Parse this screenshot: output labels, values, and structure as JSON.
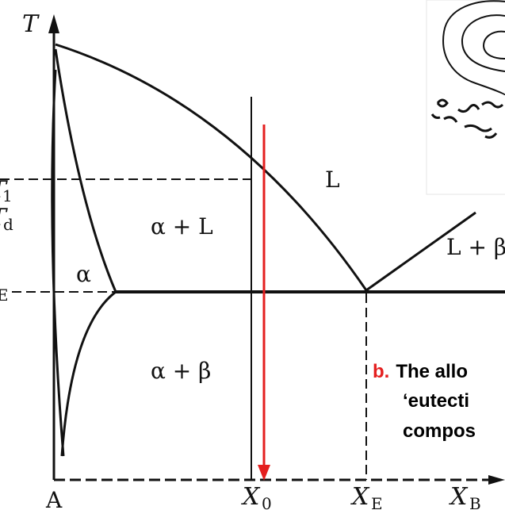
{
  "axes": {
    "y_label": "T",
    "x_label": "X",
    "x_label_sub": "B"
  },
  "temperature_labels": {
    "t1_main": "T",
    "t1_sub": "1",
    "td_main": "T",
    "td_sub": "d",
    "te_sub": "E"
  },
  "phase_regions": {
    "liquid": "L",
    "alpha_liquid": "α + L",
    "liquid_beta": "L + β",
    "alpha": "α",
    "alpha_beta": "α + β"
  },
  "x_ticks": {
    "a": "A",
    "x0_main": "X",
    "x0_sub": "0",
    "xe_main": "X",
    "xe_sub": "E"
  },
  "caption": {
    "marker": "b.",
    "line1": "The allo",
    "line2": "‘eutecti",
    "line3": "compos"
  },
  "colors": {
    "line": "#111111",
    "cooling_arrow": "#e41f1f",
    "caption_marker": "#e41f1f",
    "caption_text": "#000000",
    "inset_border": "#dddddd"
  },
  "icons": {
    "inset": "eutectic-microstructure-sketch"
  }
}
